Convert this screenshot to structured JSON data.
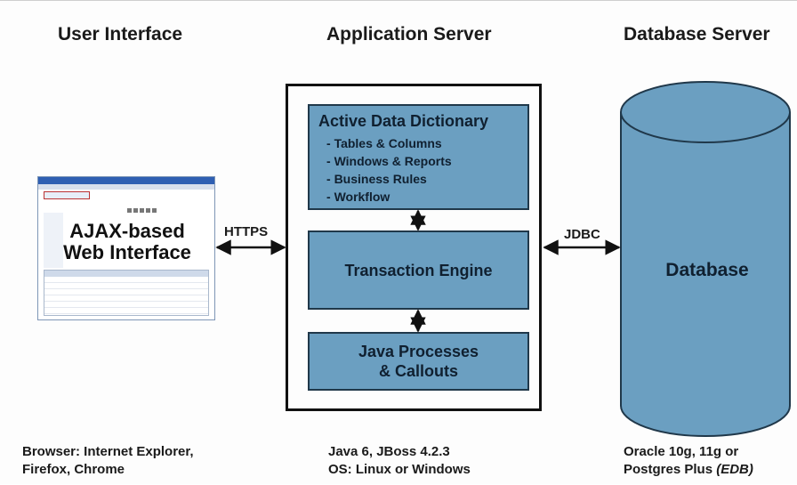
{
  "headings": {
    "user_interface": "User Interface",
    "application_server": "Application Server",
    "database_server": "Database Server"
  },
  "ui_panel": {
    "label_line1": "AJAX-based",
    "label_line2": "Web Interface"
  },
  "app_server": {
    "dictionary": {
      "title": "Active Data Dictionary",
      "items": [
        "Tables & Columns",
        "Windows & Reports",
        "Business Rules",
        "Workflow"
      ]
    },
    "engine_label": "Transaction Engine",
    "processes_line1": "Java Processes",
    "processes_line2": "& Callouts"
  },
  "connectors": {
    "https": "HTTPS",
    "jdbc": "JDBC"
  },
  "database": {
    "label": "Database"
  },
  "footers": {
    "ui_line1": "Browser: Internet Explorer,",
    "ui_line2": "Firefox, Chrome",
    "app_line1": "Java 6, JBoss 4.2.3",
    "app_line2": "OS: Linux or Windows",
    "db_line1": "Oracle 10g, 11g or",
    "db_line2_plain": "Postgres Plus ",
    "db_line2_note": "(EDB)"
  },
  "colors": {
    "box_fill": "#6b9fc1",
    "box_border": "#20384a",
    "arrow": "#111111"
  },
  "icons": {
    "connector_arrows": "double-headed-arrow"
  }
}
